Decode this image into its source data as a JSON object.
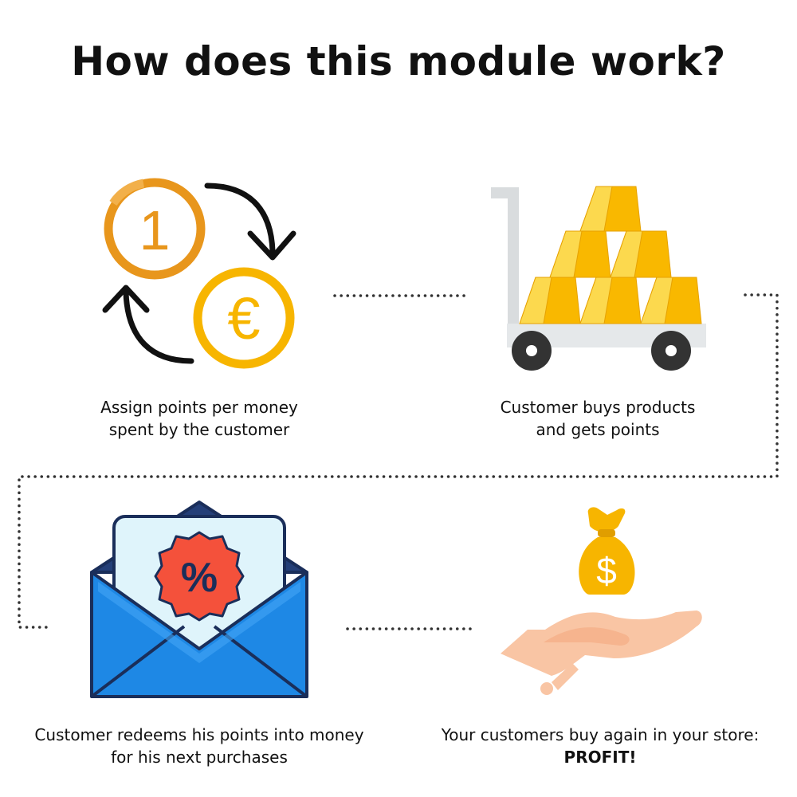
{
  "title": "How does this module work?",
  "steps": [
    {
      "icon": "points-to-money-exchange-icon",
      "coin_number": "1",
      "coin_currency": "€",
      "caption_lines": [
        "Assign points per money",
        "spent by the customer"
      ]
    },
    {
      "icon": "gold-bars-cart-icon",
      "caption_lines": [
        "Customer buys products",
        "and gets points"
      ]
    },
    {
      "icon": "discount-envelope-icon",
      "badge_text": "%",
      "caption_lines": [
        "Customer redeems his points into money",
        "for his next purchases"
      ]
    },
    {
      "icon": "money-bag-hand-icon",
      "bag_symbol": "$",
      "caption_lines": [
        "Your customers buy again in your store:",
        "PROFIT!"
      ]
    }
  ],
  "colors": {
    "coin_orange": "#E8961C",
    "coin_yellow": "#F7B500",
    "gold": "#FBC02D",
    "cart_gray": "#D9DCDE",
    "envelope_blue": "#1E88E5",
    "envelope_dark": "#1A4A8A",
    "letter": "#DFF4FB",
    "badge_red": "#F4513B",
    "hand": "#F9C5A4",
    "bag": "#F7B500"
  }
}
